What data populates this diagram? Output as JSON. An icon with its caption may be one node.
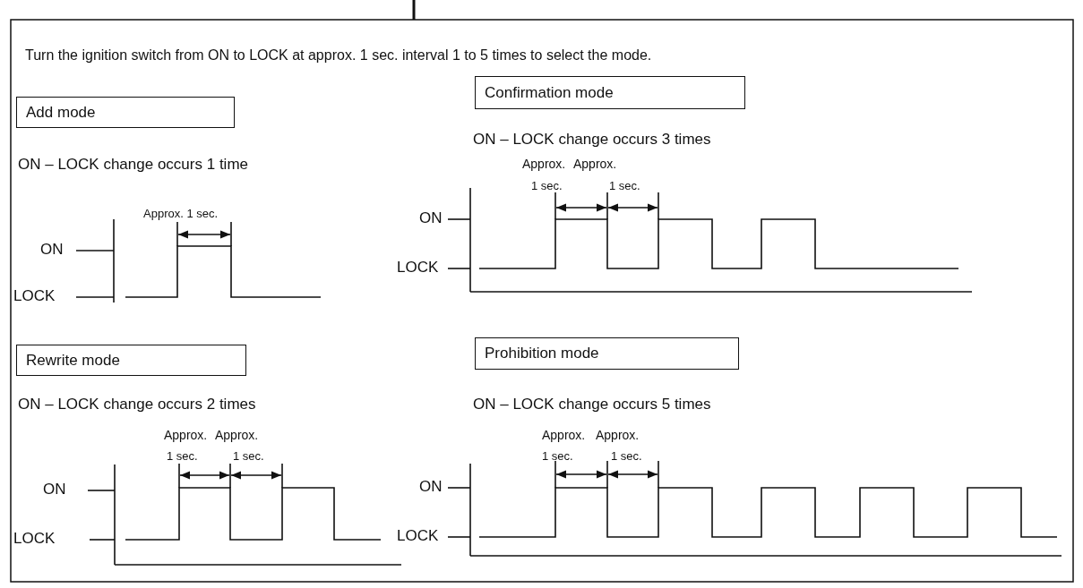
{
  "diagram": {
    "title": "Turn the ignition switch from ON to LOCK at approx. 1 sec. interval 1 to 5 times to select the mode.",
    "nodes": [
      {
        "text": [
          "Add mode"
        ]
      },
      {
        "text": [
          "Confirmation mode"
        ]
      },
      {
        "text": [
          "Rewrite mode"
        ]
      },
      {
        "text": [
          "Prohibition mode"
        ]
      }
    ],
    "labels": [
      "ON – LOCK change occurs 1 time",
      "Approx. 1 sec.",
      "ON",
      "LOCK",
      "ON – LOCK change occurs 3 times",
      "Approx.",
      "Approx.",
      "1 sec.",
      "1 sec.",
      "ON",
      "LOCK",
      "ON – LOCK change occurs 2 times",
      "Approx.",
      "Approx.",
      "1 sec.",
      "1 sec.",
      "ON",
      "LOCK",
      "ON – LOCK change occurs 5 times",
      "Approx.",
      "Approx.",
      "1 sec.",
      "1 sec.",
      "ON",
      "LOCK"
    ]
  }
}
